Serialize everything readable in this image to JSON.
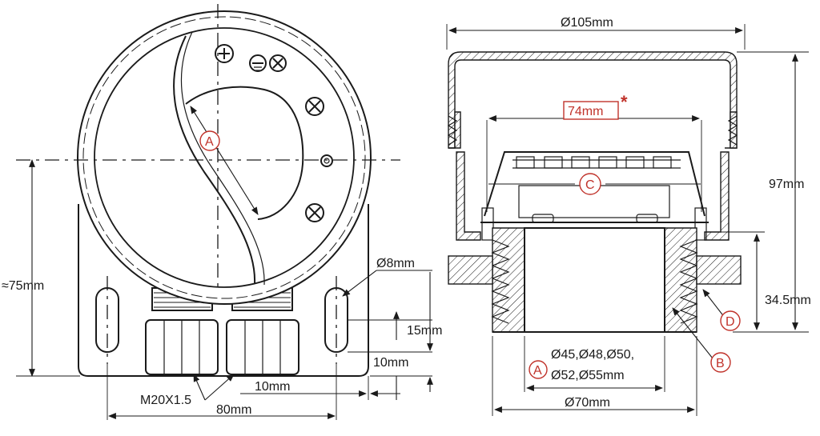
{
  "labels": {
    "dia_105": "Ø105mm",
    "inner_74": "74mm",
    "asterisk": "*",
    "height_97": "97mm",
    "height_75": "≈75mm",
    "hole_8": "Ø8mm",
    "dim_15": "15mm",
    "dim_10_right": "10mm",
    "dim_10_bottom": "10mm",
    "thread": "M20X1.5",
    "width_80": "80mm",
    "height_34": "34.5mm",
    "dia_list_1": "Ø45,Ø48,Ø50,",
    "dia_list_2": "Ø52,Ø55mm",
    "dia_70": "Ø70mm"
  },
  "callouts": {
    "a_left": "A",
    "a_right": "A",
    "b": "B",
    "c": "C",
    "d": "D"
  },
  "colors": {
    "line": "#1a1a1a",
    "accent": "#c0322a",
    "background": "#ffffff"
  }
}
